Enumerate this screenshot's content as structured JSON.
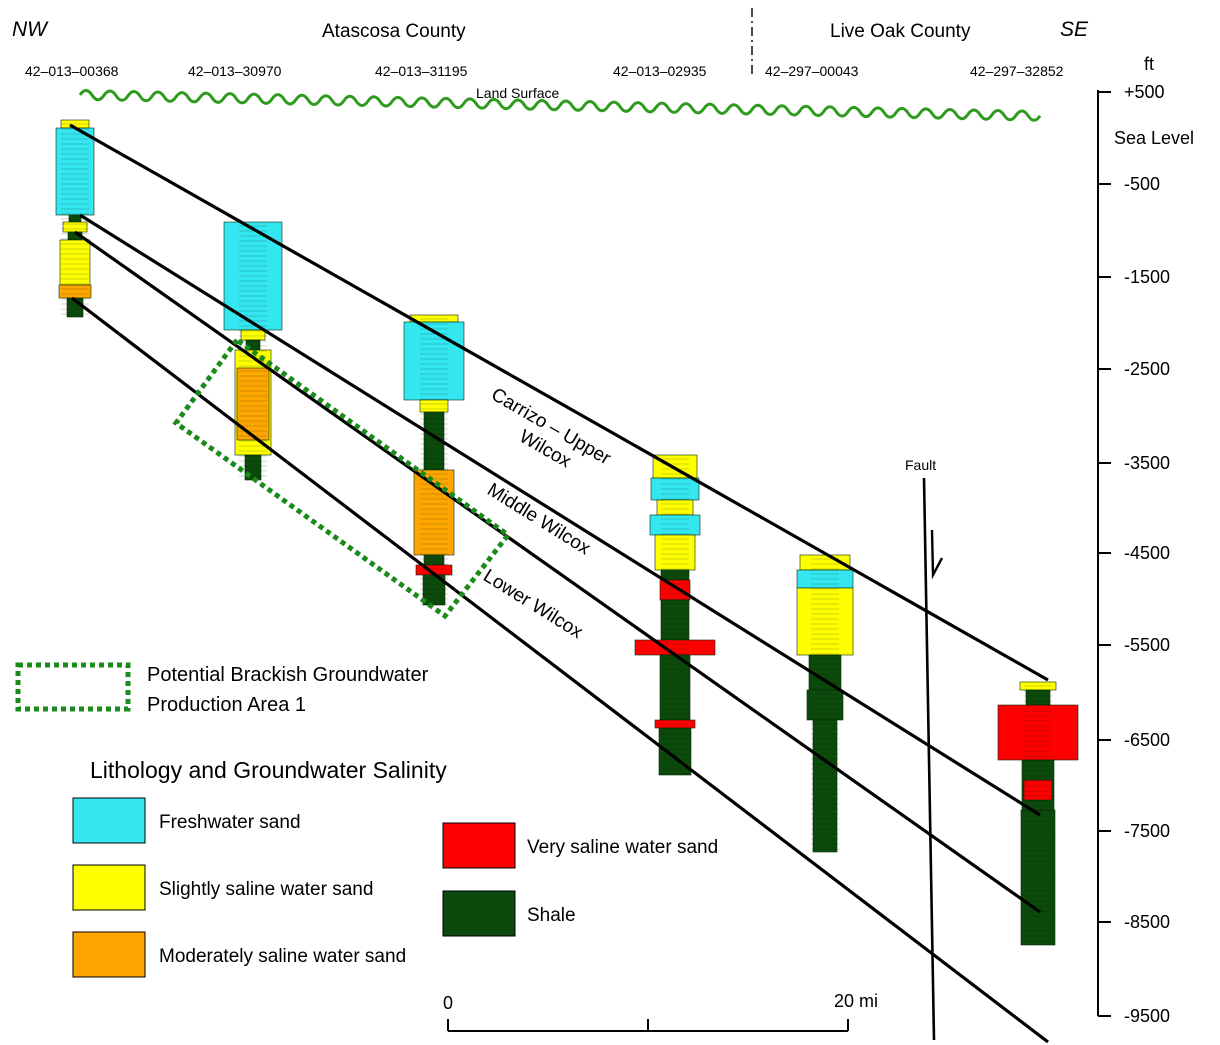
{
  "header": {
    "nw": "NW",
    "se": "SE",
    "county_left": "Atascosa County",
    "county_right": "Live Oak County"
  },
  "wells": [
    {
      "id": "42–013–00368"
    },
    {
      "id": "42–013–30970"
    },
    {
      "id": "42–013–31195"
    },
    {
      "id": "42–013–02935"
    },
    {
      "id": "42–297–00043"
    },
    {
      "id": "42–297–32852"
    }
  ],
  "land_surface_label": "Land Surface",
  "depth_axis": {
    "unit": "ft",
    "sea_level_label": "Sea Level",
    "ticks": [
      "+500",
      "-500",
      "-1500",
      "-2500",
      "-3500",
      "-4500",
      "-5500",
      "-6500",
      "-7500",
      "-8500",
      "-9500"
    ]
  },
  "units": {
    "carrizo_line1": "Carrizo – Upper",
    "carrizo_line2": "Wilcox",
    "middle": "Middle Wilcox",
    "lower": "Lower Wilcox"
  },
  "fault_label": "Fault",
  "brackish_legend": {
    "line1": "Potential Brackish Groundwater",
    "line2": "Production Area 1"
  },
  "legend": {
    "title": "Lithology and Groundwater Salinity",
    "items": [
      {
        "key": "fresh",
        "label": "Freshwater sand",
        "color": "#33E6F0"
      },
      {
        "key": "slight",
        "label": "Slightly saline water sand",
        "color": "#FFFF00"
      },
      {
        "key": "moderate",
        "label": "Moderately saline water sand",
        "color": "#FFA500"
      },
      {
        "key": "very",
        "label": "Very saline water sand",
        "color": "#FF0000"
      },
      {
        "key": "shale",
        "label": "Shale",
        "color": "#0B4A0B"
      }
    ]
  },
  "scale_bar": {
    "start": "0",
    "end": "20 mi"
  },
  "colors": {
    "land_surface": "#2E9B1E",
    "brackish_outline": "#1A8A1A",
    "fresh": "#33E6F0",
    "slight": "#FFFF00",
    "moderate": "#FFA500",
    "very": "#FF0000",
    "shale": "#0B4A0B"
  }
}
